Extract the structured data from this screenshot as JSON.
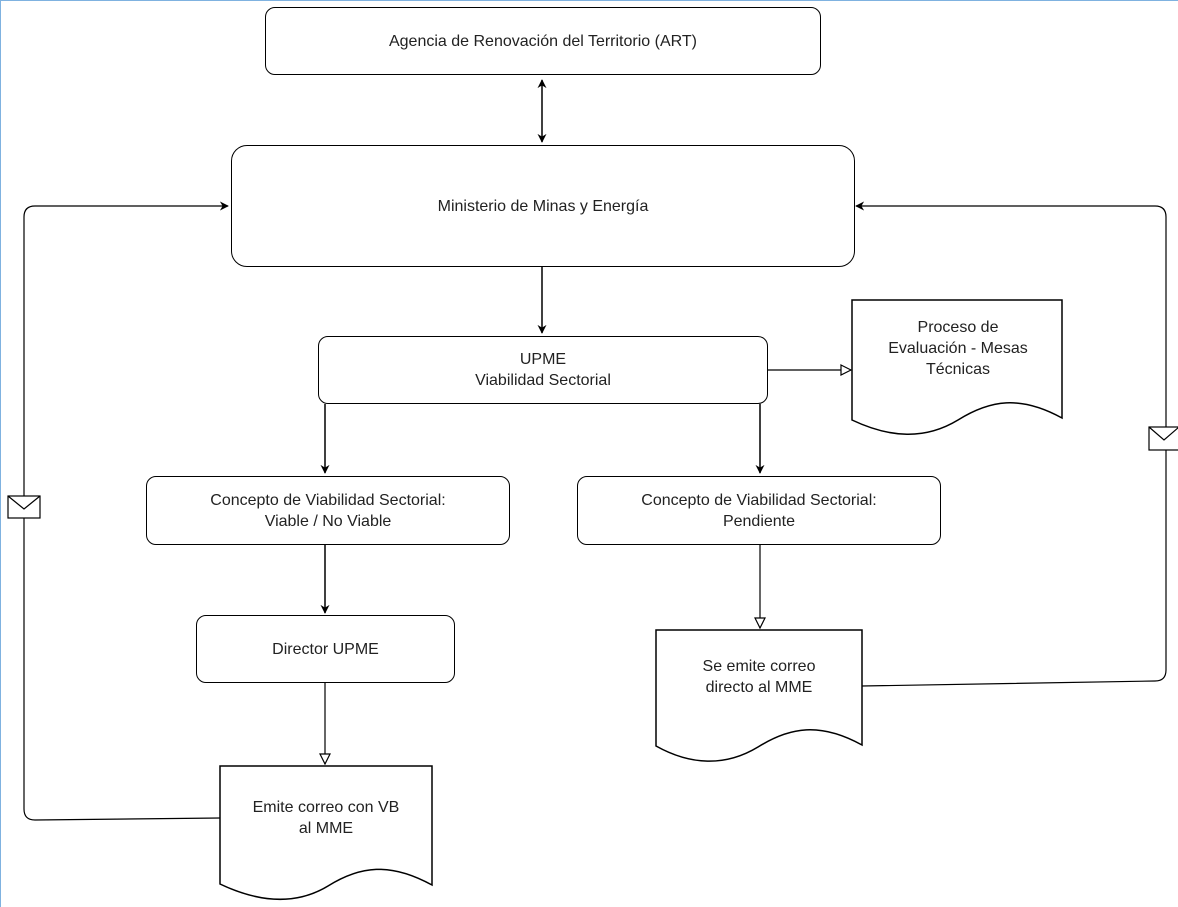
{
  "nodes": {
    "art": "Agencia de Renovación del Territorio (ART)",
    "mme": "Ministerio de Minas y Energía",
    "upme": "UPME\nViabilidad Sectorial",
    "evaluacion": "Proceso de\nEvaluación - Mesas\nTécnicas",
    "concepto_viable": "Concepto de Viabilidad Sectorial:\nViable / No Viable",
    "concepto_pendiente": "Concepto de Viabilidad Sectorial:\nPendiente",
    "director": "Director UPME",
    "correo_directo": "Se emite correo\ndirecto al MME",
    "correo_vb": "Emite correo con VB\nal MME"
  },
  "colors": {
    "stroke": "#000000",
    "frame": "#7fb2e0"
  },
  "icons": {
    "left_message": "envelope-icon",
    "right_message": "envelope-icon"
  }
}
